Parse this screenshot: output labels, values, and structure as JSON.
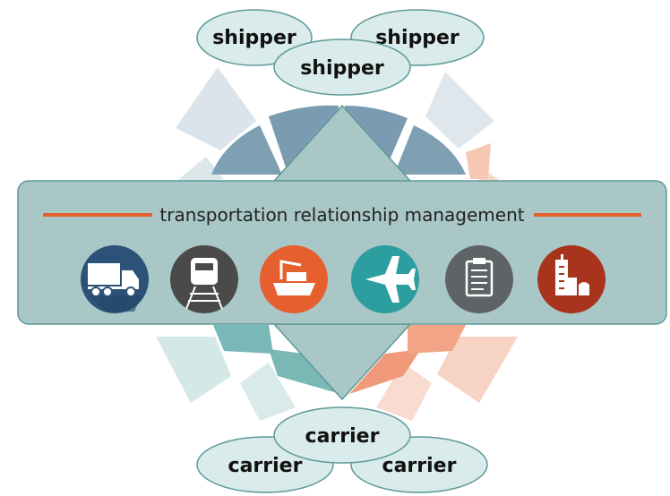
{
  "banner": {
    "title": "transportation relationship management"
  },
  "shippers": [
    {
      "label": "shipper"
    },
    {
      "label": "shipper"
    },
    {
      "label": "shipper"
    }
  ],
  "carriers": [
    {
      "label": "carrier"
    },
    {
      "label": "carrier"
    },
    {
      "label": "carrier"
    }
  ],
  "modes": [
    {
      "icon": "truck-icon",
      "color": "#2c5278"
    },
    {
      "icon": "train-icon",
      "color": "#4a4a4a"
    },
    {
      "icon": "cargo-ship-icon",
      "color": "#e5602e"
    },
    {
      "icon": "airplane-icon",
      "color": "#2c9ea0"
    },
    {
      "icon": "clipboard-icon",
      "color": "#5e6466"
    },
    {
      "icon": "factory-icon",
      "color": "#a8341e"
    }
  ],
  "colors": {
    "panel_fill": "#a8c7c6",
    "panel_stroke": "#5d9a99",
    "banner_line": "#e2622c",
    "ellipse_fill": "#d9ebea",
    "ellipse_stroke": "#5d9a99"
  }
}
